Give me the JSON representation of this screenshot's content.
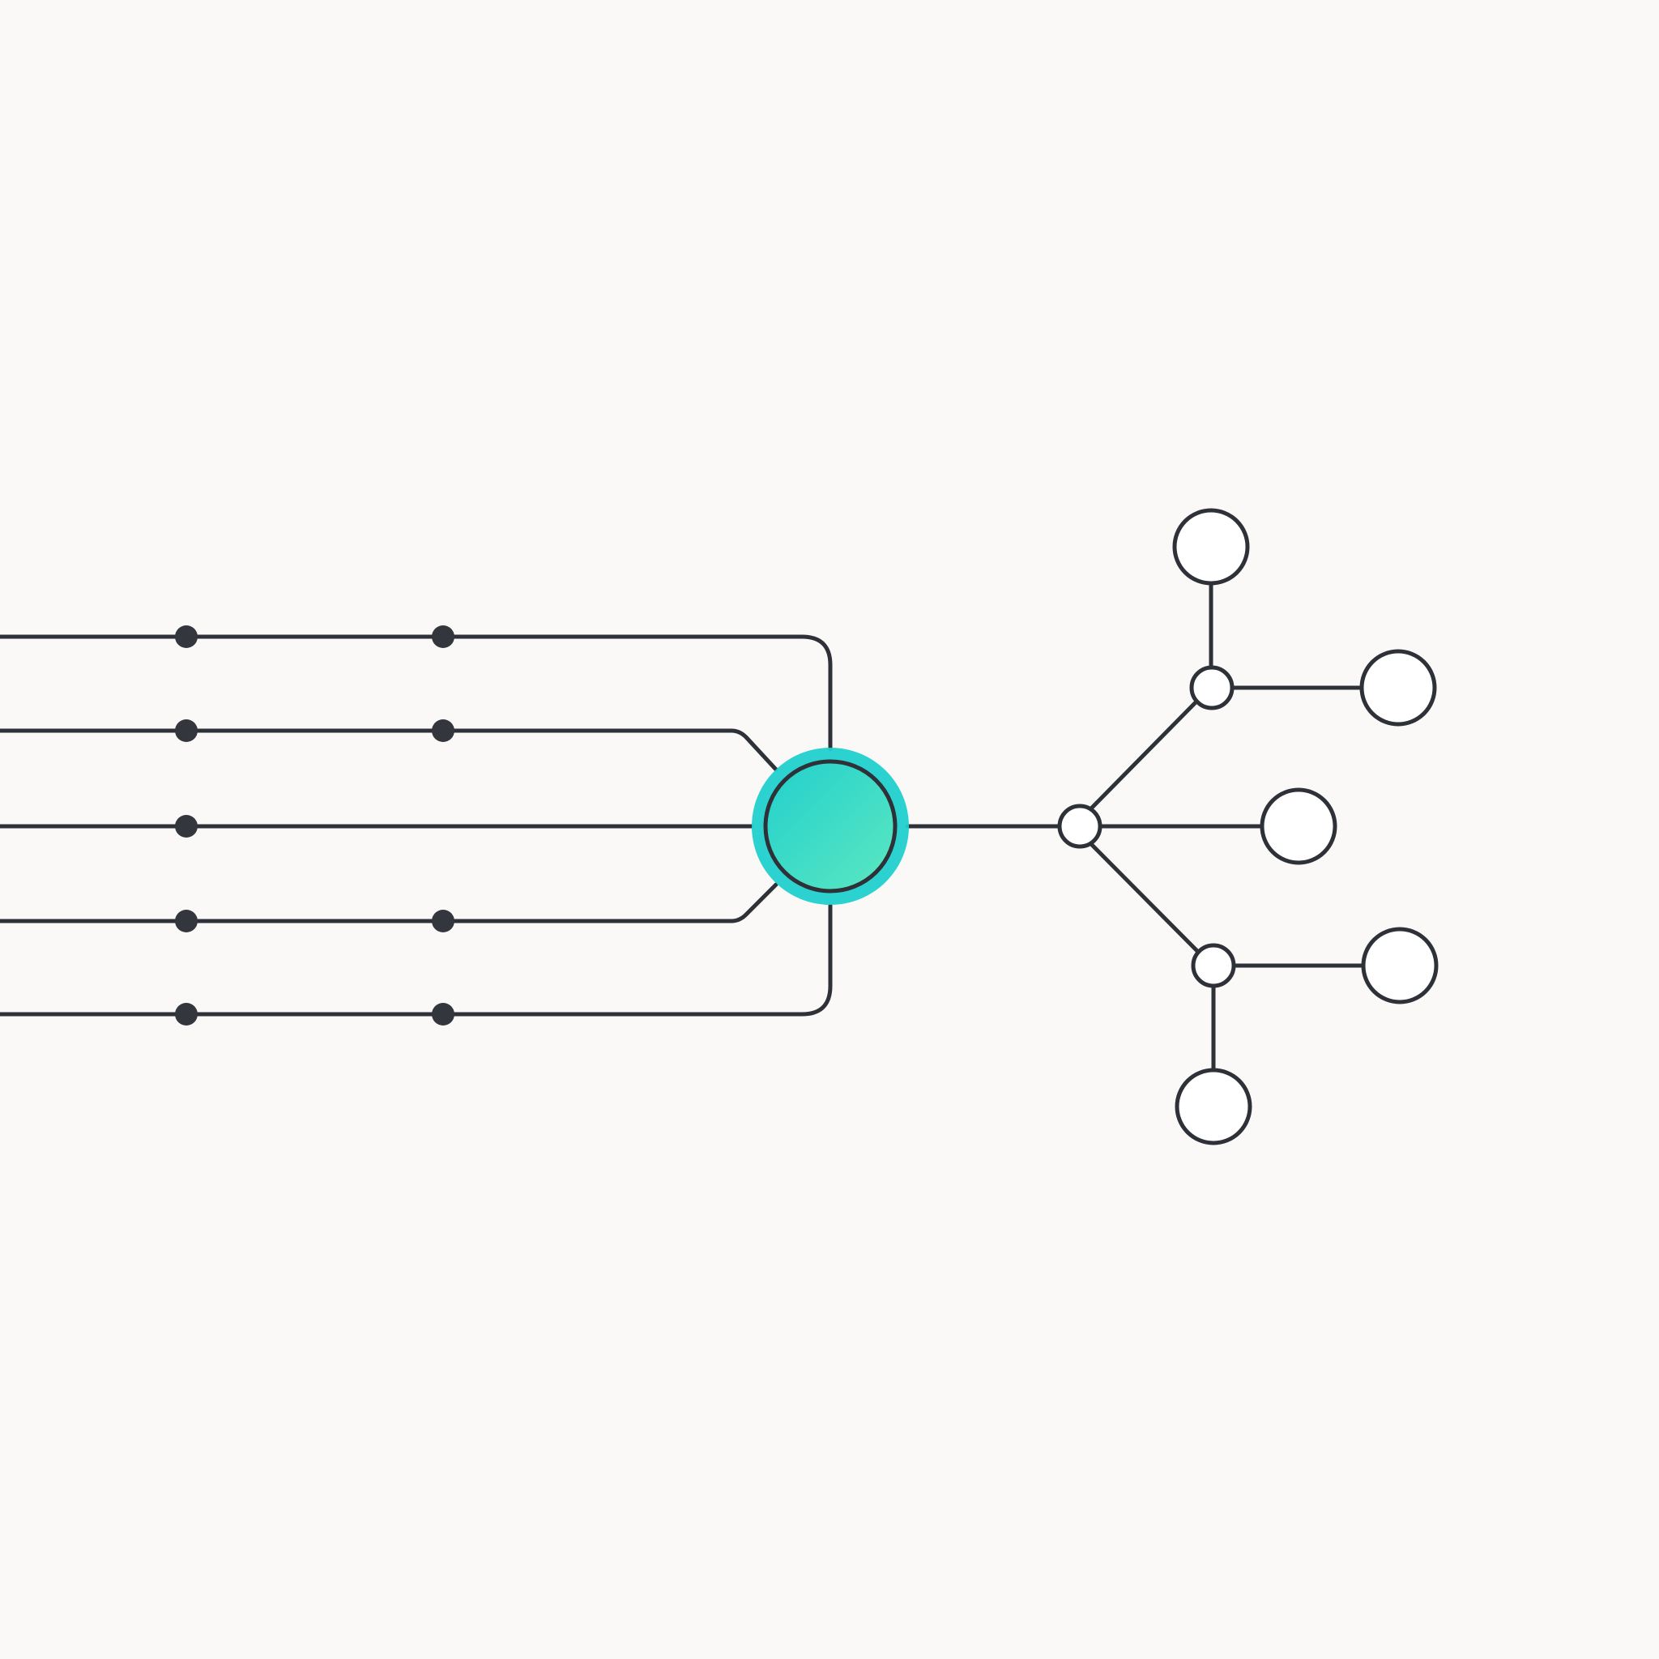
{
  "colors": {
    "background": "#faf9f8",
    "stroke": "#2e3137",
    "dot": "#33363d",
    "hub_gradient_start": "#21d0cc",
    "hub_gradient_end": "#5ce8c1"
  },
  "diagram": {
    "input_line_count": 5,
    "dots_per_input_line": [
      2,
      2,
      1,
      2,
      2
    ],
    "hub": {
      "style": "filled-teal-circle-with-inner-ring"
    },
    "branch_node_count": 3,
    "leaf_node_count": 5
  }
}
